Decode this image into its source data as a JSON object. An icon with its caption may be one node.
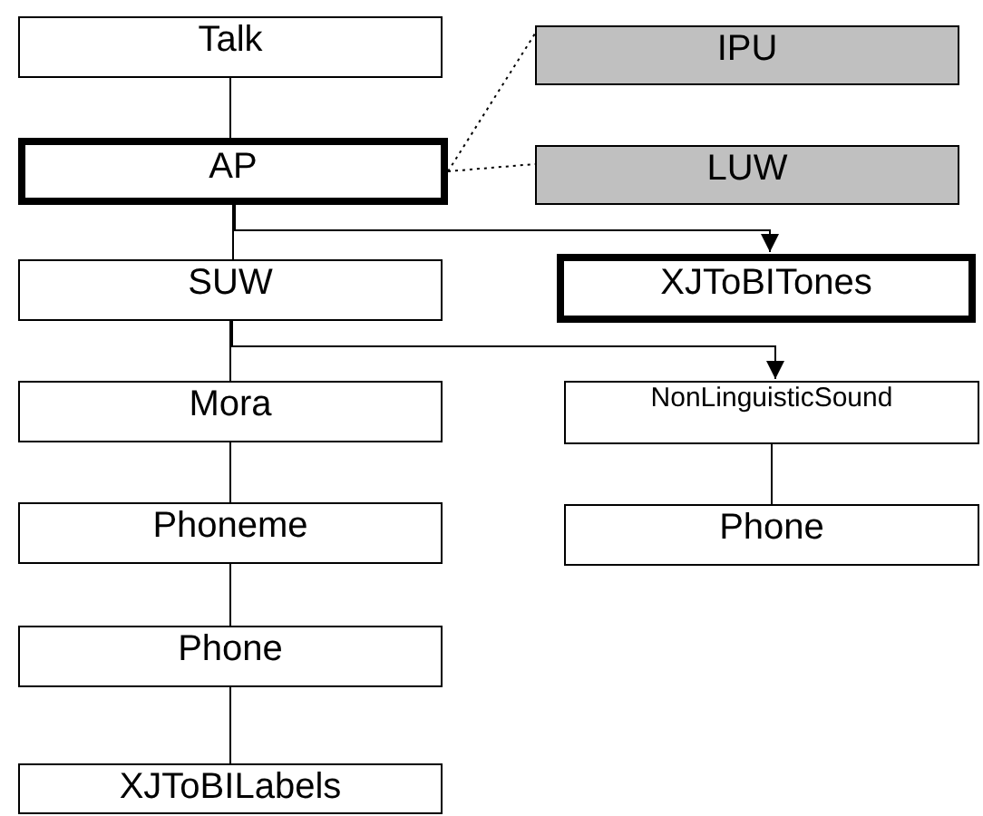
{
  "diagram": {
    "nodes": [
      {
        "text": [
          "Talk"
        ]
      },
      {
        "text": [
          "AP"
        ]
      },
      {
        "text": [
          "IPU"
        ]
      },
      {
        "text": [
          "LUW"
        ]
      },
      {
        "text": [
          "SUW"
        ]
      },
      {
        "text": [
          "XJToBITones"
        ]
      },
      {
        "text": [
          "Mora"
        ]
      },
      {
        "text": [
          "NonLinguisticSound"
        ]
      },
      {
        "text": [
          "Phoneme"
        ]
      },
      {
        "text": [
          "Phone"
        ]
      },
      {
        "text": [
          "Phone"
        ]
      },
      {
        "text": [
          "XJToBILabels"
        ]
      }
    ],
    "edges": [
      {
        "from": 0,
        "to": 1,
        "arrow": "none"
      },
      {
        "from": 1,
        "to": 2,
        "arrow": "none",
        "style": "dashed"
      },
      {
        "from": 1,
        "to": 3,
        "arrow": "none",
        "style": "dashed"
      },
      {
        "from": 1,
        "to": 4,
        "arrow": "none"
      },
      {
        "from": 1,
        "to": 5,
        "arrow": "to"
      },
      {
        "from": 4,
        "to": 6,
        "arrow": "none"
      },
      {
        "from": 4,
        "to": 7,
        "arrow": "to"
      },
      {
        "from": 6,
        "to": 8,
        "arrow": "none"
      },
      {
        "from": 7,
        "to": 10,
        "arrow": "none"
      },
      {
        "from": 8,
        "to": 9,
        "arrow": "none"
      },
      {
        "from": 9,
        "to": 11,
        "arrow": "none"
      }
    ]
  }
}
